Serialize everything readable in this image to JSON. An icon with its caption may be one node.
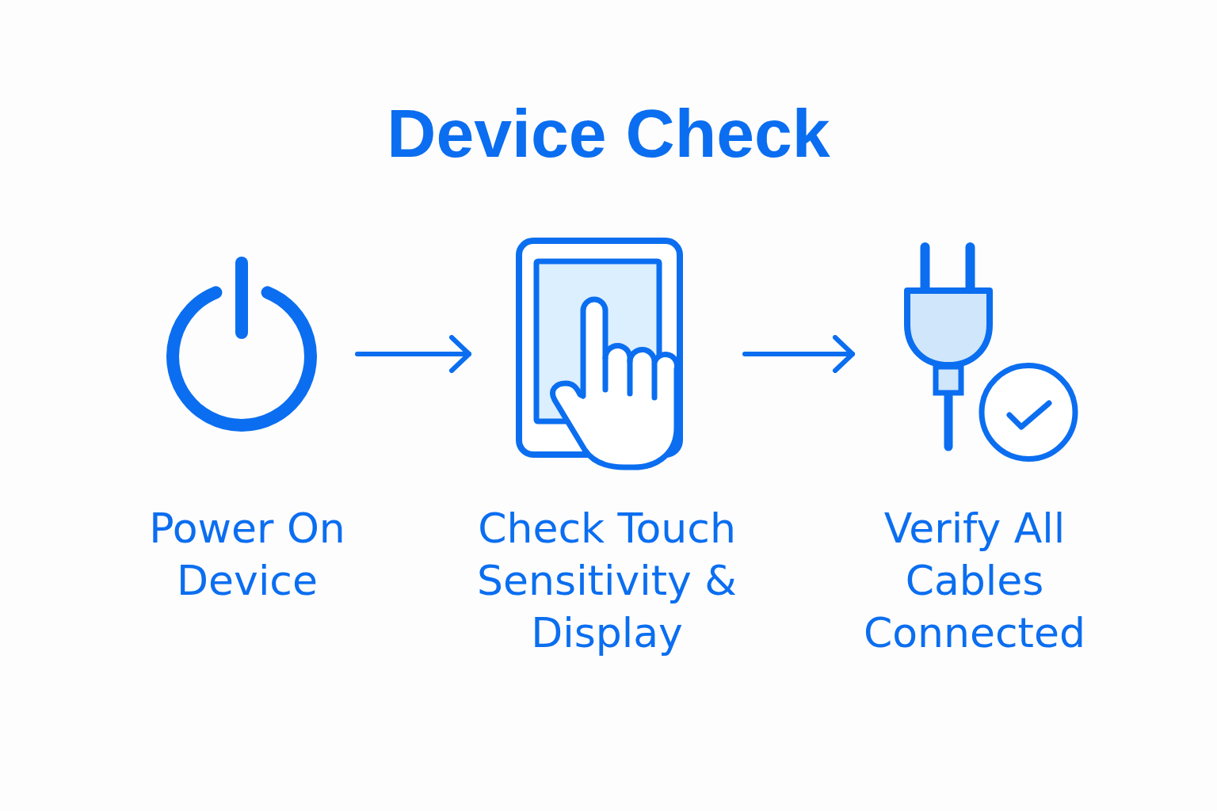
{
  "diagram": {
    "title": "Device Check",
    "nodes": [
      {
        "text": [
          "Power On Device"
        ]
      },
      {
        "text": [
          "Check Touch Sensitivity & Display"
        ]
      },
      {
        "text": [
          "Verify All Cables Connected"
        ]
      }
    ],
    "edges": [
      {
        "from": 0,
        "to": 1,
        "arrow": "to"
      },
      {
        "from": 1,
        "to": 2,
        "arrow": "to"
      }
    ]
  }
}
